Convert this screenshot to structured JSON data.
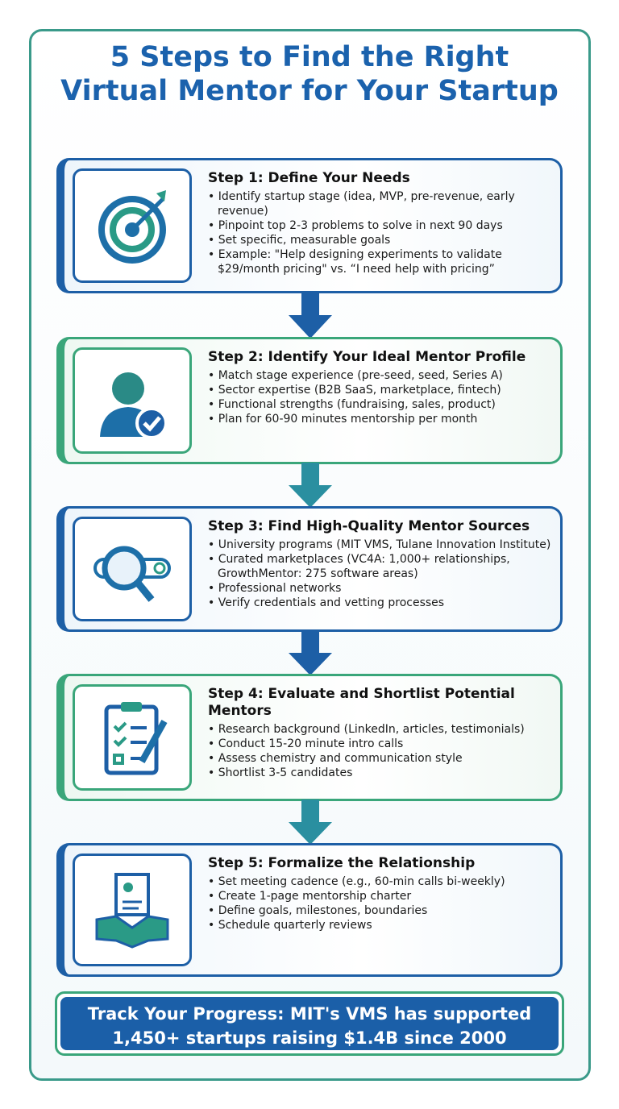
{
  "title": {
    "line1": "5 Steps to Find the Right",
    "line2": "Virtual Mentor for Your Startup"
  },
  "colors": {
    "blue": "#1d5fa6",
    "green": "#3aa67a",
    "banner": "#1b5fa8"
  },
  "steps": [
    {
      "title": "Step 1: Define Your Needs",
      "icon": "target-arrow-icon",
      "bullets": [
        "Identify startup stage (idea, MVP, pre-revenue, early revenue)",
        "Pinpoint top 2-3 problems to solve in next 90 days",
        "Set specific, measurable goals",
        "Example: \"Help designing experiments to validate $29/month pricing\" vs. “I need help with pricing”"
      ]
    },
    {
      "title": "Step 2: Identify Your Ideal Mentor Profile",
      "icon": "user-check-icon",
      "bullets": [
        "Match stage experience (pre-seed, seed, Series A)",
        "Sector expertise (B2B SaaS, marketplace, fintech)",
        "Functional strengths (fundraising, sales, product)",
        "Plan for 60-90 minutes mentorship per month"
      ]
    },
    {
      "title": "Step 3: Find High-Quality Mentor Sources",
      "icon": "magnifier-search-icon",
      "bullets": [
        "University programs (MIT VMS, Tulane Innovation Institute)",
        "Curated marketplaces (VC4A: 1,000+ relationships, GrowthMentor: 275 software areas)",
        "Professional networks",
        "Verify credentials and vetting processes"
      ]
    },
    {
      "title": "Step 4: Evaluate and Shortlist Potential Mentors",
      "icon": "clipboard-checklist-icon",
      "bullets": [
        "Research background (LinkedIn, articles, testimonials)",
        "Conduct 15-20 minute intro calls",
        "Assess chemistry and communication style",
        "Shortlist 3-5 candidates"
      ]
    },
    {
      "title": "Step 5: Formalize the Relationship",
      "icon": "handshake-document-icon",
      "bullets": [
        "Set meeting cadence (e.g., 60-min calls bi-weekly)",
        "Create 1-page mentorship charter",
        "Define goals, milestones, boundaries",
        "Schedule quarterly reviews"
      ]
    }
  ],
  "banner": {
    "line1": "Track Your Progress: MIT's VMS has supported",
    "line2": "1,450+ startups raising $1.4B since 2000"
  }
}
